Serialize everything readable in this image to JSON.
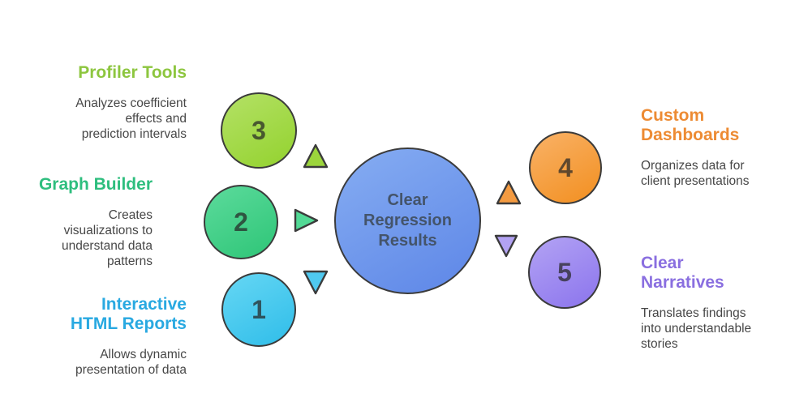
{
  "center": {
    "label": "Clear\nRegression\nResults",
    "fill_color": "#6d9aee",
    "text_color": "#44546a"
  },
  "items": [
    {
      "number": "1",
      "heading": "Interactive\nHTML Reports",
      "description": "Allows dynamic\npresentation of data",
      "accent_color": "#29a9e1",
      "circle_color": "#2fbde9",
      "arrow_direction": "down"
    },
    {
      "number": "2",
      "heading": "Graph Builder",
      "description": "Creates\nvisualizations to\nunderstand data\npatterns",
      "accent_color": "#2ebe7e",
      "circle_color": "#2ec577",
      "arrow_direction": "right"
    },
    {
      "number": "3",
      "heading": "Profiler Tools",
      "description": "Analyzes coefficient\neffects and\nprediction intervals",
      "accent_color": "#8dc63f",
      "circle_color": "#93d22e",
      "arrow_direction": "up"
    },
    {
      "number": "4",
      "heading": "Custom\nDashboards",
      "description": "Organizes data for\nclient presentations",
      "accent_color": "#ed8b33",
      "circle_color": "#f28f20",
      "arrow_direction": "up"
    },
    {
      "number": "5",
      "heading": "Clear\nNarratives",
      "description": "Translates findings\ninto understandable\nstories",
      "accent_color": "#8a6fe0",
      "circle_color": "#8b74ed",
      "arrow_direction": "down"
    }
  ]
}
